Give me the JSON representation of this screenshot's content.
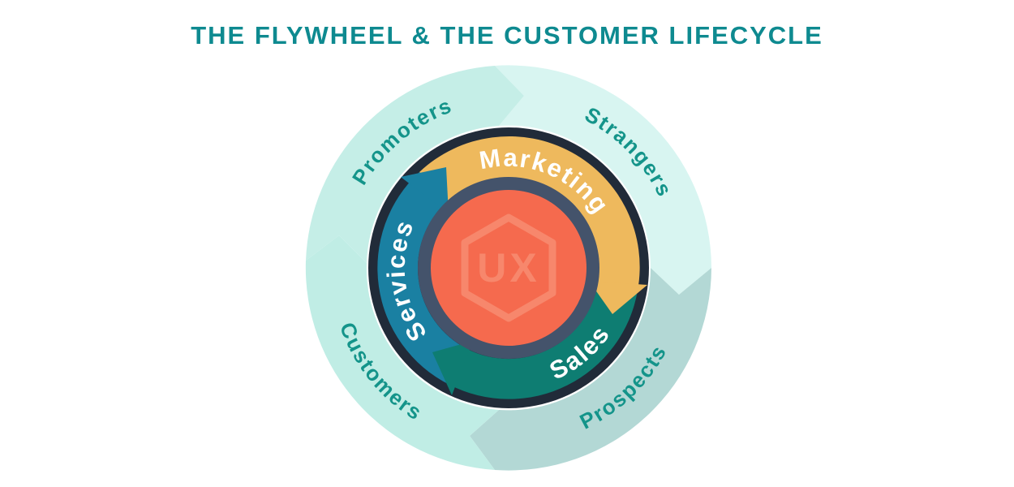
{
  "title": "THE FLYWHEEL & THE CUSTOMER LIFECYCLE",
  "center": {
    "logo_text": "UX"
  },
  "inner_ring": {
    "segments": [
      {
        "label": "Marketing"
      },
      {
        "label": "Sales"
      },
      {
        "label": "Services"
      }
    ]
  },
  "outer_ring": {
    "stages": [
      {
        "label": "Strangers"
      },
      {
        "label": "Prospects"
      },
      {
        "label": "Customers"
      },
      {
        "label": "Promoters"
      }
    ]
  },
  "colors": {
    "title": "#0e8a90",
    "outer_label": "#14948a",
    "strangers_quadrant": "#d8f5f1",
    "prospects_quadrant": "#b3d8d5",
    "customers_quadrant": "#c0ede5",
    "promoters_quadrant": "#c5eee7",
    "navy_rim": "#212b39",
    "slate_ring": "#44536b",
    "center_orange": "#f56a4e",
    "center_logo": "#f7876c",
    "marketing_segment": "#eeb95d",
    "sales_segment": "#0e7d72",
    "services_segment": "#1a80a2"
  }
}
